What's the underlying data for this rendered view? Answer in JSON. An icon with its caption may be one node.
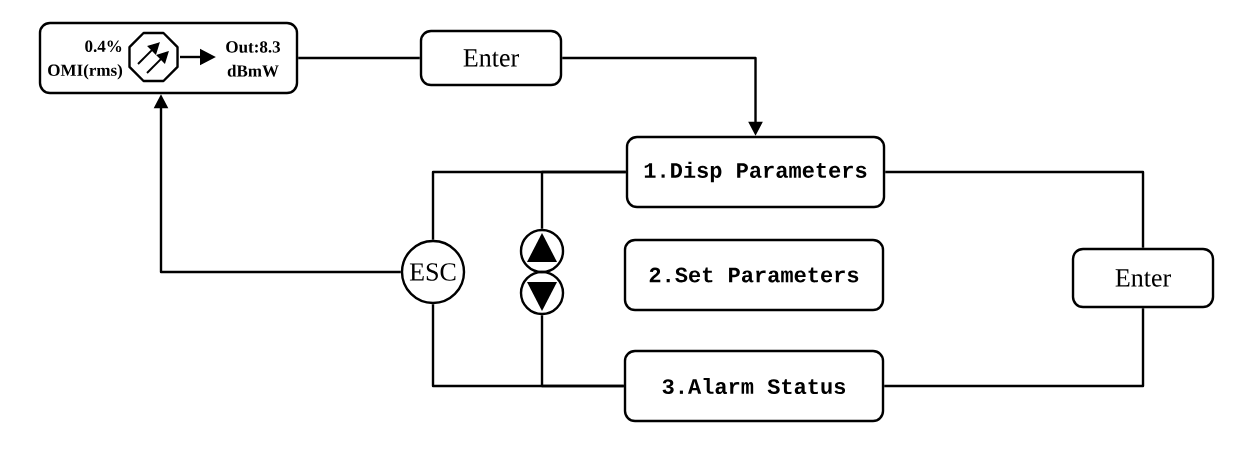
{
  "diagram": {
    "nodes": [
      {
        "text": [
          "0.4% OMI(rms)",
          "Out:8.3 dBmW"
        ]
      },
      {
        "text": [
          "Enter"
        ]
      },
      {
        "text": [
          "1.Disp Parameters"
        ]
      },
      {
        "text": [
          "2.Set Parameters"
        ]
      },
      {
        "text": [
          "3.Alarm Status"
        ]
      },
      {
        "text": [
          "ESC"
        ]
      },
      {
        "text": [],
        "shape": "circle"
      },
      {
        "text": [],
        "shape": "circle"
      },
      {
        "text": [
          "Enter"
        ]
      }
    ],
    "edges": [
      {
        "from": 0,
        "to": 1,
        "arrow": "none"
      },
      {
        "from": 1,
        "to": 2,
        "arrow": "to"
      },
      {
        "from": 2,
        "to": 8,
        "arrow": "none"
      },
      {
        "from": 8,
        "to": 4,
        "arrow": "none"
      },
      {
        "from": 5,
        "to": 2,
        "arrow": "none"
      },
      {
        "from": 6,
        "to": 2,
        "arrow": "none"
      },
      {
        "from": 5,
        "to": 4,
        "arrow": "none"
      },
      {
        "from": 7,
        "to": 4,
        "arrow": "none"
      },
      {
        "from": 5,
        "to": 0,
        "arrow": "to"
      }
    ]
  }
}
